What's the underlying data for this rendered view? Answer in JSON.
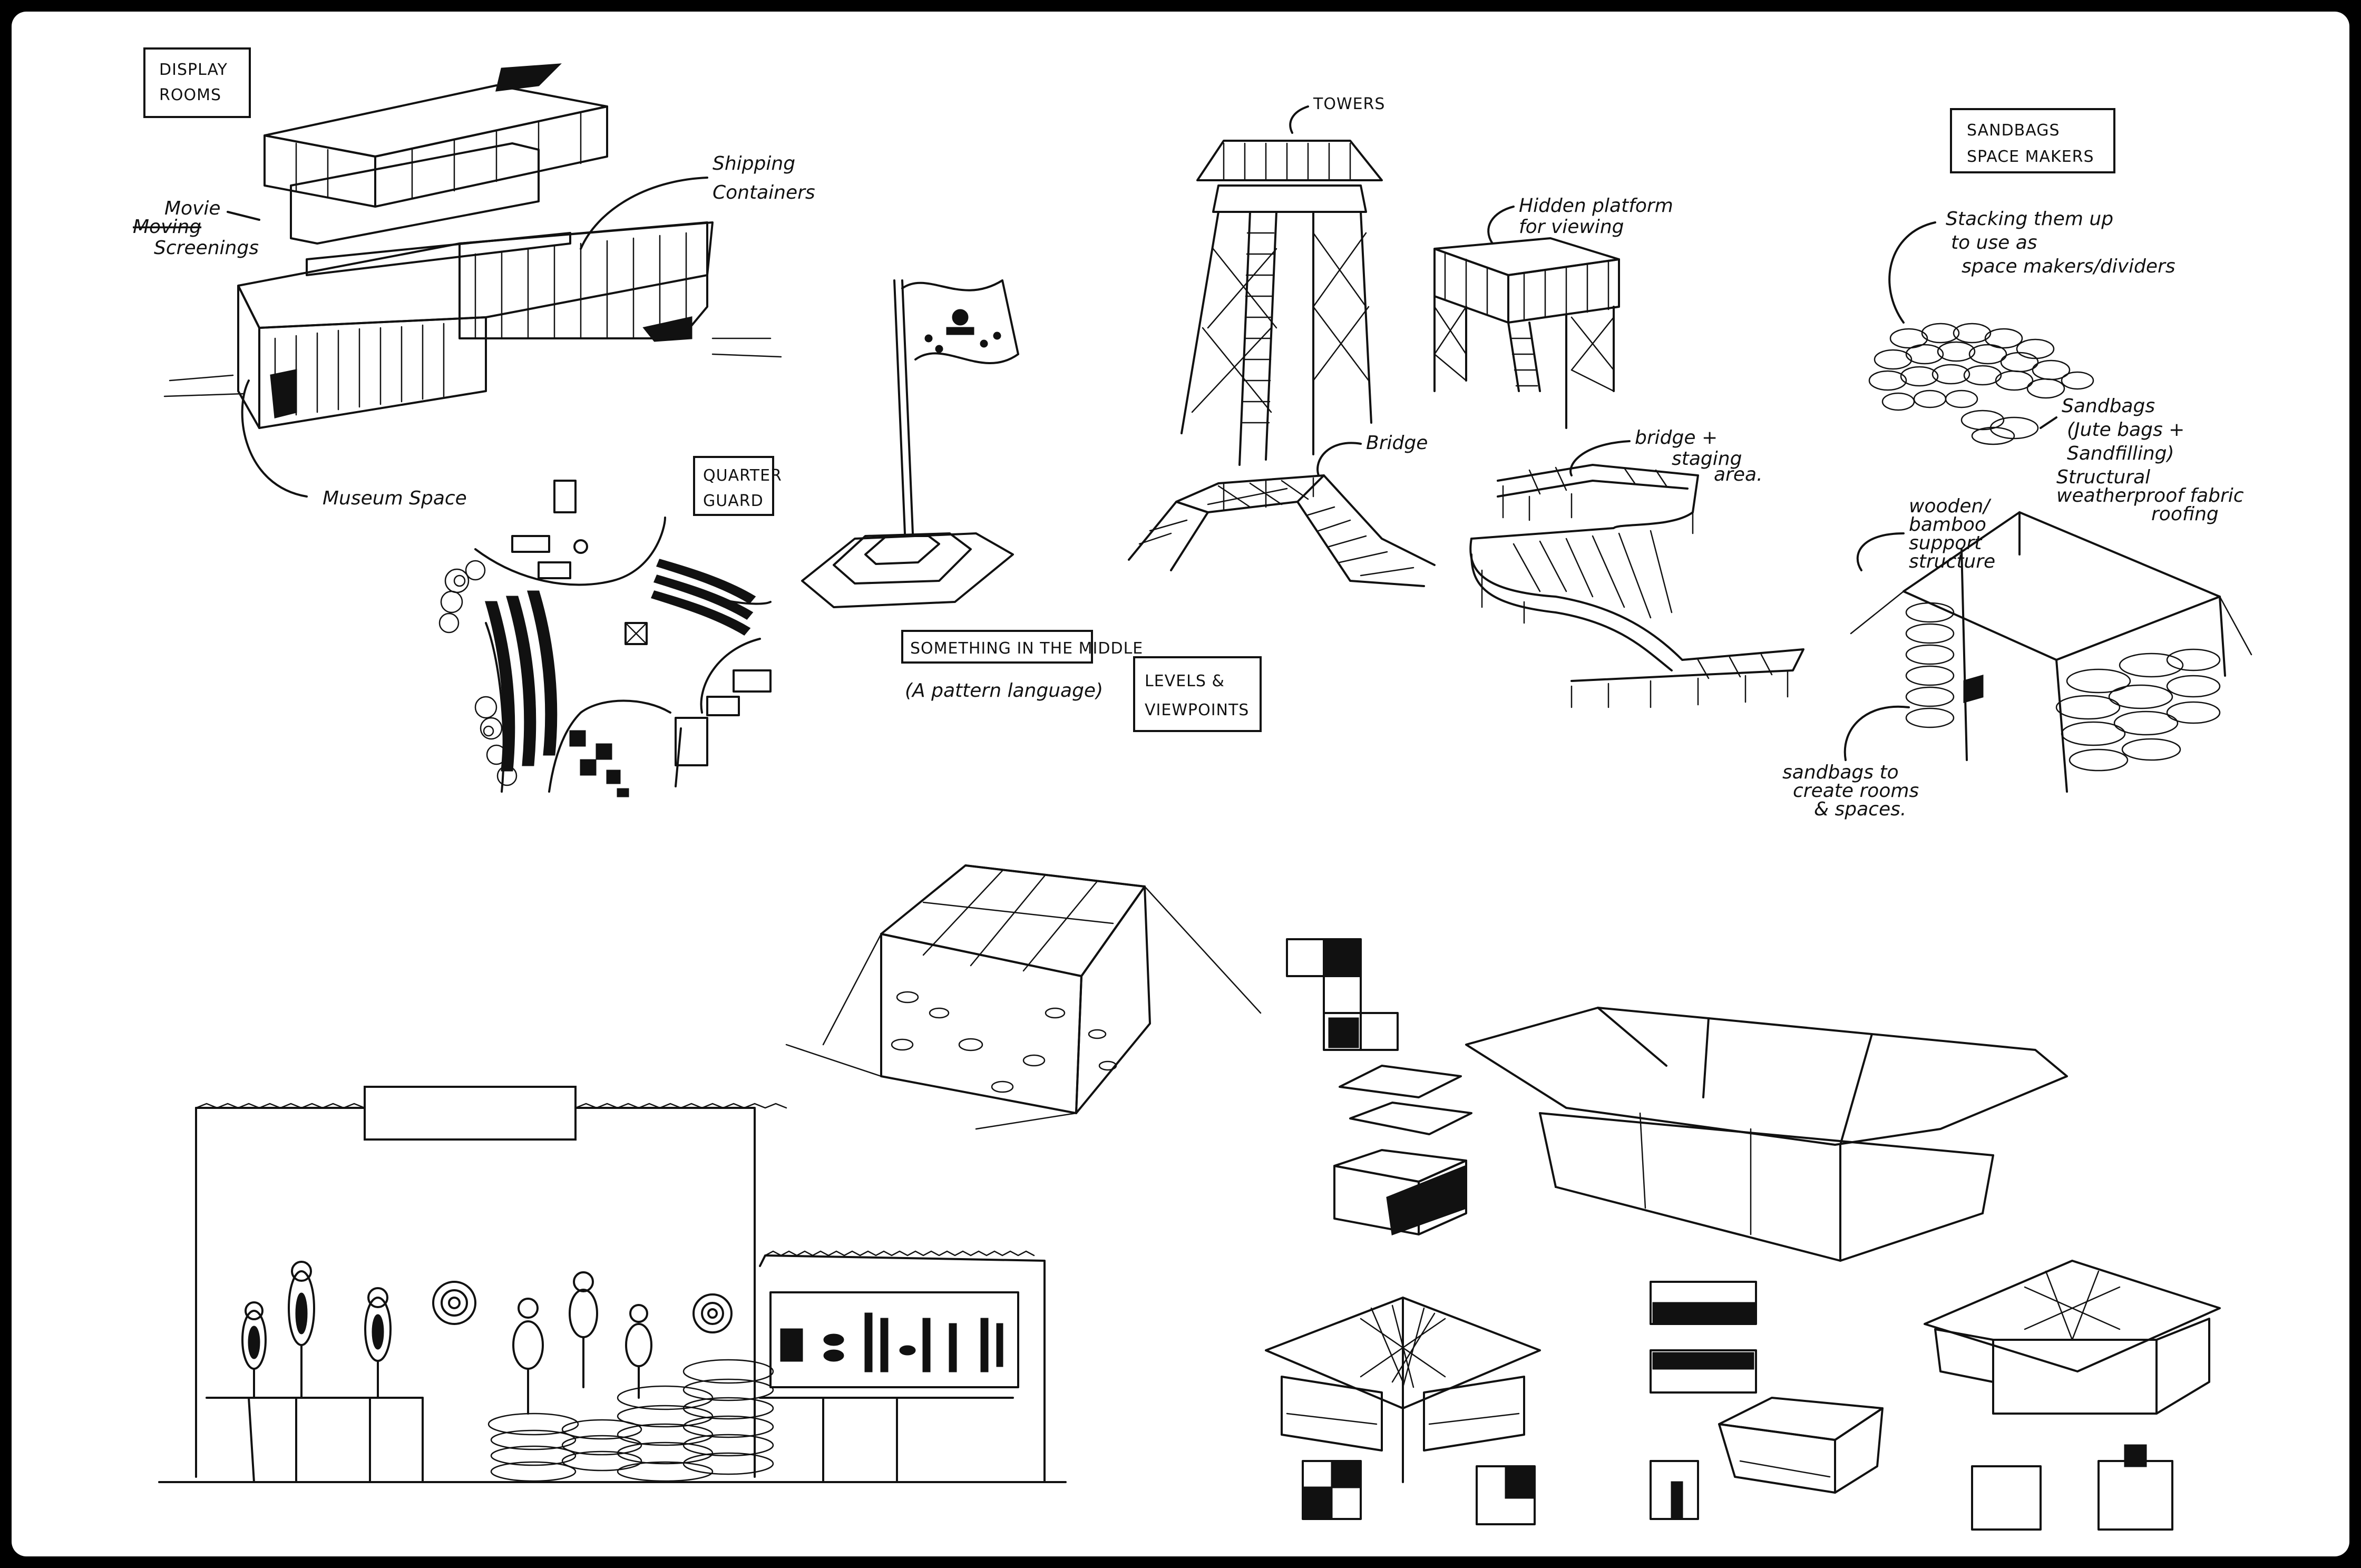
{
  "labels": {
    "display_rooms": [
      "DISPLAY",
      "ROOMS"
    ],
    "shipping_containers": [
      "Shipping",
      "Containers"
    ],
    "movie_screenings": [
      "Movie",
      "Moving",
      "Screenings"
    ],
    "museum_space": "Museum Space",
    "quarter_guard": [
      "QUARTER",
      "GUARD"
    ],
    "something_in_middle": "SOMETHING IN THE MIDDLE",
    "pattern_language": "(A pattern language)",
    "towers": "TOWERS",
    "hidden_platform": [
      "Hidden platform",
      "for viewing"
    ],
    "bridge": "Bridge",
    "bridge_staging": [
      "bridge +",
      "staging",
      "area."
    ],
    "levels_viewpoints": [
      "LEVELS &",
      "VIEWPOINTS"
    ],
    "sandbags_title": [
      "SANDBAGS",
      "SPACE MAKERS"
    ],
    "stacking": [
      "Stacking them up",
      "to use as",
      "space makers/dividers"
    ],
    "sandbags_note": [
      "Sandbags",
      "(Jute bags +",
      "Sandfilling)"
    ],
    "structural_fabric": [
      "Structural",
      "weatherproof fabric",
      "roofing"
    ],
    "wooden_bamboo": [
      "wooden/",
      "bamboo",
      "support",
      "structure"
    ],
    "sandbags_rooms": [
      "sandbags to",
      "create rooms",
      "& spaces."
    ]
  }
}
